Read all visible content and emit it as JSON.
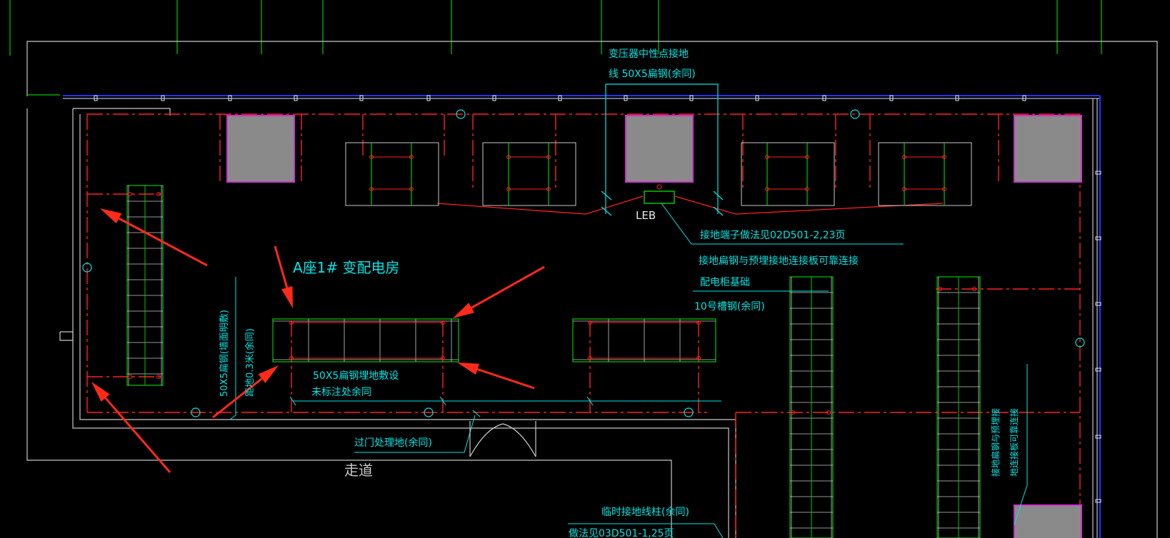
{
  "colors": {
    "background": "#000000",
    "wall": "#c8c8c8",
    "ground_line": "#ff2020",
    "cyan": "#00e5e5",
    "green": "#00c800",
    "gray_fill": "#8a8a8a",
    "magenta": "#cc33cc",
    "blue": "#2233ff",
    "arrow": "#ff2a1a"
  },
  "labels": {
    "transformer_title": "变压器中性点接地",
    "transformer_sub": "线 50X5扁钢(余同)",
    "leb": "LEB",
    "terminal_note": "接地端子做法见02D501-2,23页",
    "bond_note": "接地扁钢与预埋接地连接板可靠连接",
    "cabinet_base": "配电柜基础",
    "channel_steel": "10号槽钢(余同)",
    "room_name": "A座1# 变配电房",
    "buried_steel_1": "50X5扁钢埋地敷设",
    "buried_steel_2": "未标注处余同",
    "vertical_note_1": "50X5扁钢(墙面明敷)",
    "vertical_note_2": "距地0.3米(余同)",
    "door_treatment": "过门处理地(余同)",
    "corridor": "走道",
    "temp_ground_post": "临时接地线柱(余同)",
    "temp_ground_ref": "做法见03D501-1,25页",
    "right_vertical_1": "接地扁钢与预埋接",
    "right_vertical_2": "地连接板可靠连接"
  }
}
